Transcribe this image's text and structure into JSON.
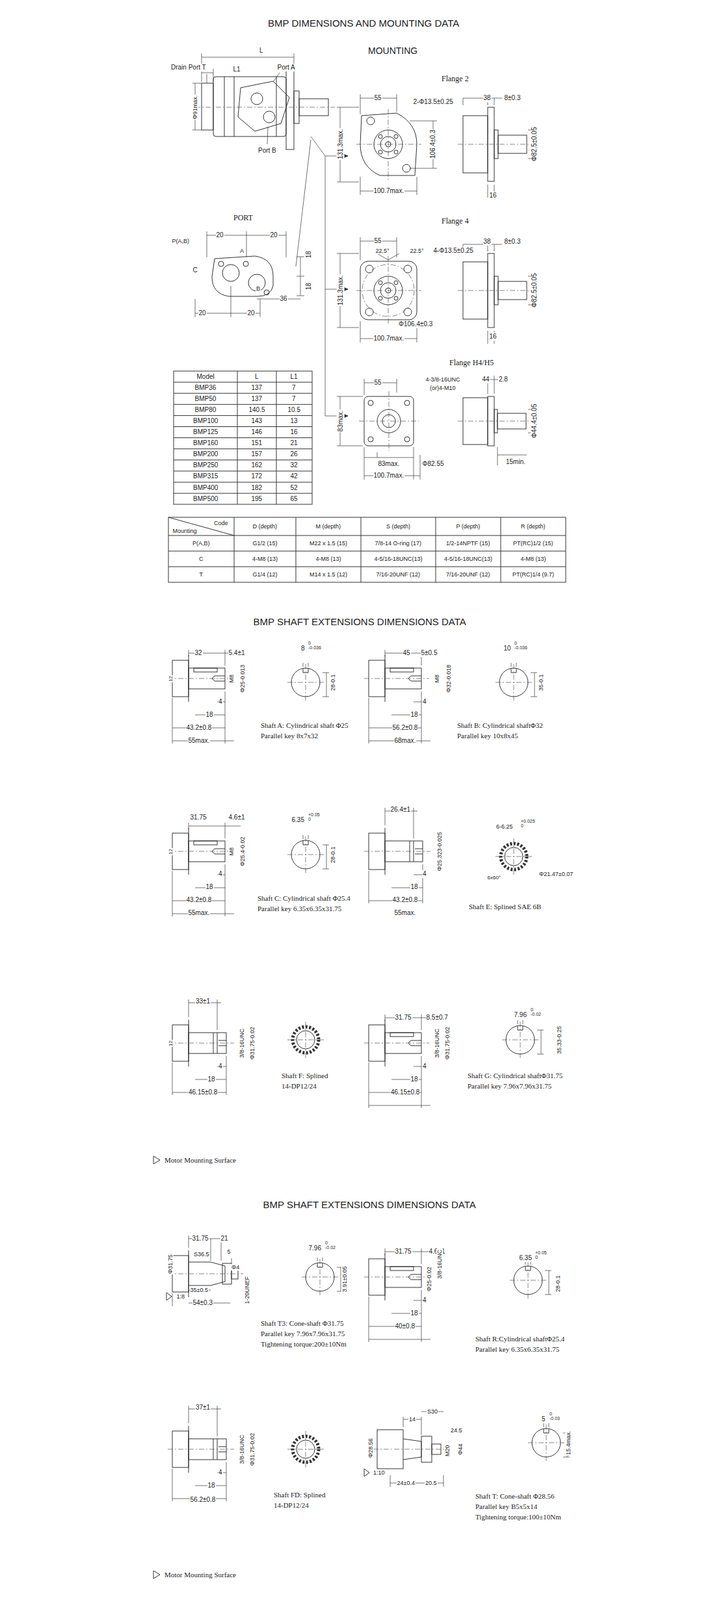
{
  "diagram": {
    "title": "BMP DIMENSIONS AND MOUNTING DATA",
    "labels": [
      "MOUNTING",
      "L",
      "L1",
      "Drain Port T",
      "Port A",
      "Port B",
      "Φ91max.",
      "PORT",
      "P(A,B)",
      "20",
      "20",
      "A",
      "18",
      "C",
      "B",
      "36",
      "18",
      "20",
      "20",
      "Flange 2",
      "55",
      "2-Φ13.5±0.25",
      "131.3max.",
      "106.4±0.3",
      "100.7max.",
      "38",
      "8±0.3",
      "Φ82.5±0.05",
      "16",
      "Flange 4",
      "55",
      "22.5°",
      "22.5°",
      "4-Φ13.5±0.25",
      "131.3max.",
      "Φ106.4±0.3",
      "100.7max.",
      "38",
      "8±0.3",
      "Φ82.5±0.05",
      "16",
      "Flange H4/H5",
      "55",
      "4-3/8-16UNC",
      "(or)4-M10",
      "83max.",
      "83max.",
      "Φ82.55",
      "100.7max.",
      "44",
      "2.8",
      "Φ44.4±0.05",
      "15min.",
      "Model",
      "L",
      "L1",
      "BMP36",
      "137",
      "7",
      "BMP50",
      "137",
      "7",
      "BMP80",
      "140.5",
      "10.5",
      "BMP100",
      "143",
      "13",
      "BMP125",
      "146",
      "16",
      "BMP160",
      "151",
      "21",
      "BMP200",
      "157",
      "26",
      "BMP250",
      "162",
      "32",
      "BMP315",
      "172",
      "42",
      "BMP400",
      "182",
      "52",
      "BMP500",
      "195",
      "65",
      "Code",
      "Mounting",
      "D (depth)",
      "M (depth)",
      "S (depth)",
      "P (depth)",
      "R (depth)",
      "P(A,B)",
      "G1/2 (15)",
      "M22 x 1.5 (15)",
      "7/8-14 O-ring (17)",
      "1/2-14NPTF (15)",
      "PT(RC)1/2 (15)",
      "C",
      "4-M8 (13)",
      "4-M8 (13)",
      "4-5/16-18UNC(13)",
      "4-5/16-18UNC(13)",
      "4-M8 (13)",
      "T",
      "G1/4 (12)",
      "M14 x 1.5 (12)",
      "7/16-20UNF (12)",
      "7/16-20UNF (12)",
      "PT(RC)1/4 (9.7)",
      "BMP SHAFT EXTENSIONS DIMENSIONS DATA",
      "32",
      "5.4±1",
      "8",
      "0 -0.036",
      "M8",
      "Φ25-0.013",
      "28-0.1",
      "4",
      "18",
      "43.2±0.8",
      "55max.",
      "12",
      "Shaft A: Cylindrical shaft Φ25",
      "Parallel key 8x7x32",
      "45",
      "5±0.5",
      "10",
      "0 -0.036",
      "M8",
      "Φ32-0.018",
      "35-0.1",
      "4",
      "18",
      "56.2±0.8",
      "68max.",
      "Shaft B: Cylindrical shaftΦ32",
      "Parallel key 10x8x45",
      "31.75",
      "4.6±1",
      "6.35",
      "+0.05 0",
      "M8",
      "Φ25.4-0.02",
      "28-0.1",
      "4",
      "18",
      "43.2±0.8",
      "55max.",
      "12",
      "Shaft C: Cylindrical shaft Φ25.4",
      "Parallel key 6.35x6.35x31.75",
      "26.4±1",
      "Φ25.323-0.025",
      "6-6.25",
      "+0.025 0",
      "6x60°",
      "Φ21.47±0.07",
      "4",
      "18",
      "43.2±0.8",
      "55max.",
      "Shaft E: Splined SAE 6B",
      "33±1",
      "3/8-16UNC",
      "Φ31.75-0.02",
      "4",
      "18",
      "46.15±0.8",
      "12",
      "Shaft F: Splined",
      "14-DP12/24",
      "31.75",
      "8.5±0.7",
      "7.96",
      "0 -0.02",
      "3/8-16UNC",
      "Φ31.75-0.02",
      "35.33-0.25",
      "4",
      "18",
      "46.15±0.8",
      "Shaft G: Cylindrical shaftΦ31.75",
      "Parallel key 7.96x7.96x31.75",
      "Motor Mounting Surface",
      "BMP SHAFT EXTENSIONS DIMENSIONS DATA",
      "31.75",
      "21",
      "S36.5",
      "5",
      "Φ4",
      "1-20UNEF",
      "Φ31.75",
      "1:8",
      "35±0.5",
      "54±0.3",
      "7.96",
      "0 -0.02",
      "3.91±0.05",
      "Shaft T3: Cone-shaft Φ31.75",
      "Parallel key 7.96x7.96x31.75",
      "Tightening torque:200±10Nm",
      "31.75",
      "4.6±1",
      "3/8-16UNC",
      "Φ25-0.02",
      "4",
      "18",
      "40±0.8",
      "6.35",
      "+0.05 0",
      "28-0.1",
      "Shaft R:Cylindrical shaftΦ25.4",
      "Parallel key 6.35x6.35x31.75",
      "37±1",
      "3/8-16UNC",
      "Φ31.75-0.02",
      "4",
      "18",
      "56.2±0.8",
      "Shaft FD: Splined",
      "14-DP12/24",
      "14",
      "S30",
      "24.5",
      "Φ28.56",
      "M20",
      "Φ44",
      "1:10",
      "24±0.4",
      "20.5",
      "5",
      "0 -0.03",
      "15.4max.",
      "Shaft T: Cone-shaft Φ28.56",
      "Parallel key B5x5x14",
      "Tightening torque:100±10Nm",
      "Motor Mounting Surface"
    ]
  }
}
